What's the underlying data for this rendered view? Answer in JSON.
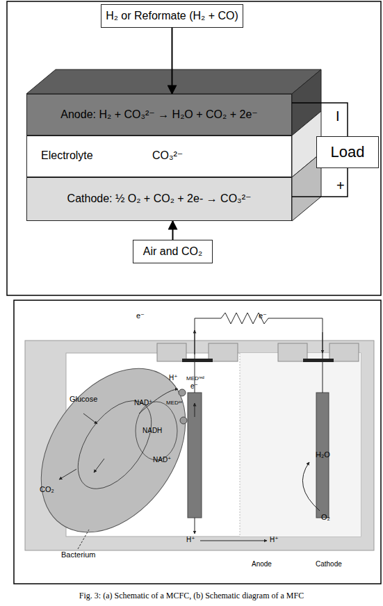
{
  "diagram": {
    "caption": "Fig. 3: (a) Schematic of a MCFC, (b) Schematic diagram of a MFC",
    "nodes": [
      {
        "text": [
          "H₂ or Reformate (H₂ + CO)"
        ]
      },
      {
        "text": [
          "Anode: H₂ + CO₃²⁻ → H₂O + CO₂ + 2e⁻"
        ]
      },
      {
        "text": [
          "Electrolyte",
          "CO₃²⁻"
        ]
      },
      {
        "text": [
          "Cathode: ½ O₂ + CO₂ + 2e- → CO₃²⁻"
        ]
      },
      {
        "text": [
          "Load"
        ]
      },
      {
        "text": [
          "Air and CO₂"
        ]
      }
    ],
    "edges": [
      {
        "from": 0,
        "to": 1,
        "arrow": "to"
      },
      {
        "from": 5,
        "to": 3,
        "arrow": "to"
      },
      {
        "from": 1,
        "to": 4,
        "arrow": "none"
      },
      {
        "from": 3,
        "to": 4,
        "arrow": "none"
      }
    ],
    "labels": [
      "I",
      "+",
      "e⁻",
      "e⁻",
      "Glucose",
      "H⁺",
      "MEDʳᵉᵈ",
      "NAD⁺",
      "MEDᵒˣ",
      "NADH",
      "e⁻",
      "NAD⁺",
      "CO₂",
      "H₂O",
      "O₂",
      "H⁺",
      "H⁺",
      "Bacterium",
      "Anode",
      "Cathode"
    ]
  }
}
